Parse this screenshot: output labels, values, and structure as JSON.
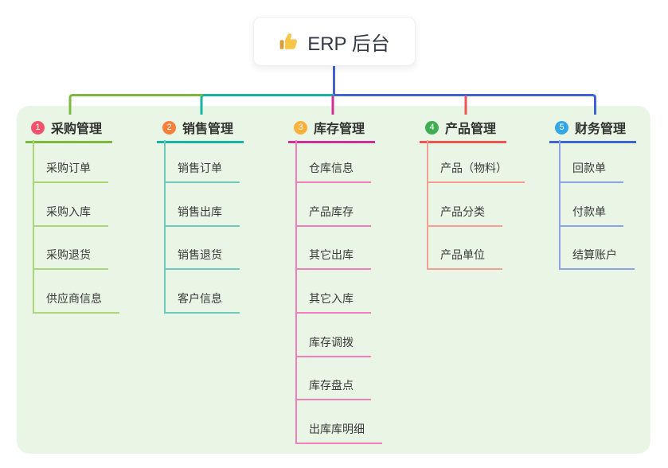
{
  "root": {
    "label": "ERP 后台",
    "icon": "thumbs-up-icon"
  },
  "branches": [
    {
      "index": "1",
      "title": "采购管理",
      "badge_color": "#F4516C",
      "line_color": "#7CB93E",
      "child_line_color": "#ABD678",
      "children": [
        "采购订单",
        "采购入库",
        "采购退货",
        "供应商信息"
      ]
    },
    {
      "index": "2",
      "title": "销售管理",
      "badge_color": "#F6803B",
      "line_color": "#17B3A3",
      "child_line_color": "#6FC9BE",
      "children": [
        "销售订单",
        "销售出库",
        "销售退货",
        "客户信息"
      ]
    },
    {
      "index": "3",
      "title": "库存管理",
      "badge_color": "#FBB03B",
      "line_color": "#D02F9A",
      "child_line_color": "#F27DBF",
      "children": [
        "仓库信息",
        "产品库存",
        "其它出库",
        "其它入库",
        "库存调拨",
        "库存盘点",
        "出库库明细"
      ]
    },
    {
      "index": "4",
      "title": "产品管理",
      "badge_color": "#3FAE53",
      "line_color": "#F05352",
      "child_line_color": "#F59E94",
      "children": [
        "产品（物料）",
        "产品分类",
        "产品单位"
      ]
    },
    {
      "index": "5",
      "title": "财务管理",
      "badge_color": "#33A6E8",
      "line_color": "#3F63D2",
      "child_line_color": "#8CA3E8",
      "children": [
        "回款单",
        "付款单",
        "结算账户"
      ]
    }
  ],
  "colors": {
    "canvas_bg": "#FFFFFF",
    "container_bg": "#EAF6E5",
    "root_connector": "#4A5FD0",
    "text": "#333333"
  }
}
